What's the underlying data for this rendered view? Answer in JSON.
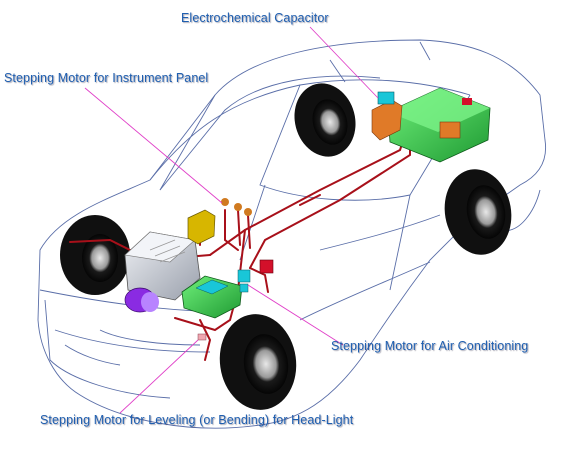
{
  "labels": {
    "electrochemical_capacitor": "Electrochemical Capacitor",
    "instrument_panel_motor": "Stepping Motor for Instrument Panel",
    "air_conditioning_motor": "Stepping Motor for Air Conditioning",
    "headlight_motor": "Stepping Motor for Leveling (or Bending) for Head-Light"
  },
  "colors": {
    "label_text": "#1f5fb0",
    "leader_line": "#e040c8",
    "car_outline": "#5a6ea8",
    "wiring": "#a8101a",
    "capacitor_box": "#33c84a",
    "battery": "#c8ccd6",
    "stepping_motor": "#8a2be2",
    "connector": "#19c6d8"
  }
}
